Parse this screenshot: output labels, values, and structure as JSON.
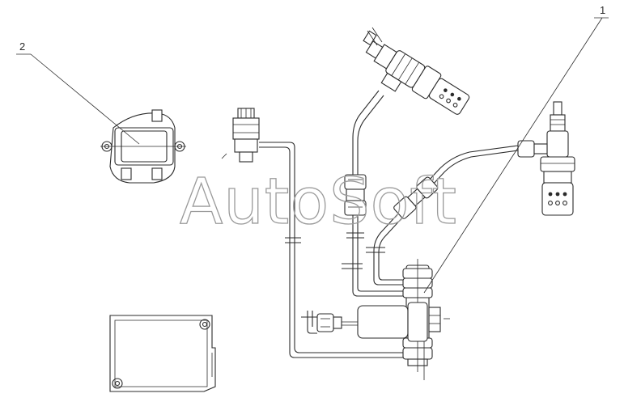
{
  "callouts": [
    {
      "id": "callout-1",
      "label": "1"
    },
    {
      "id": "callout-2",
      "label": "2"
    }
  ],
  "watermark": "AutoSoft",
  "colors": {
    "line": "#2b2b2b",
    "watermark": "#9a9a9a",
    "background": "#ffffff"
  }
}
